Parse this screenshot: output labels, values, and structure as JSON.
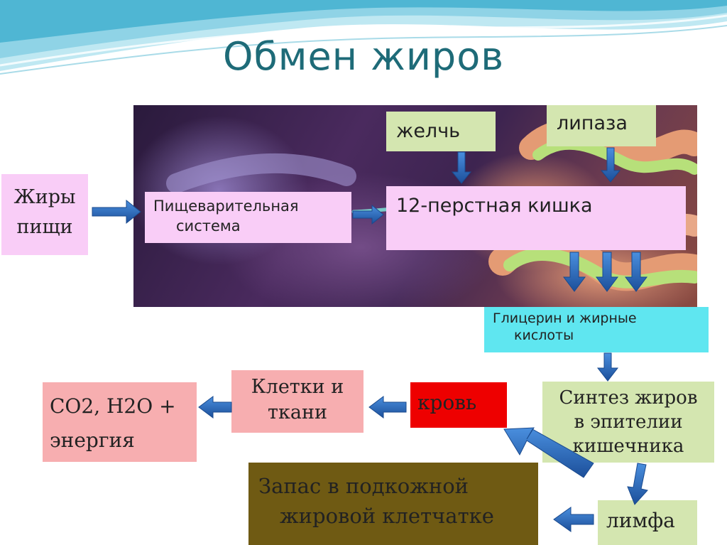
{
  "title": "Обмен жиров",
  "boxes": {
    "fats_food": {
      "line1": "Жиры",
      "line2": "пищи"
    },
    "digestive": {
      "line1": "Пищеварительная",
      "line2": "система"
    },
    "bile": "желчь",
    "lipase": "липаза",
    "duodenum": "12-перстная кишка",
    "glycerol": {
      "line1": "Глицерин и жирные",
      "line2": "кислоты"
    },
    "synthesis": {
      "line1": "Синтез жиров",
      "line2": "в эпителии",
      "line3": "кишечника"
    },
    "blood": "кровь",
    "cells": {
      "line1": "Клетки и",
      "line2": "ткани"
    },
    "products": {
      "line1": "CO2, H2O +",
      "line2": "энергия"
    },
    "reserve": {
      "line1": "Запас в подкожной",
      "line2": "жировой клетчатке"
    },
    "lymph": "лимфа"
  },
  "colors": {
    "title": "#1e6b78",
    "pink": "#f9cdf7",
    "green": "#d4e6b0",
    "cyan": "#5fe6f0",
    "rose": "#f7aeb0",
    "red": "#ee0000",
    "olive": "#6f5a13",
    "arrow": "#2a6fbf"
  }
}
